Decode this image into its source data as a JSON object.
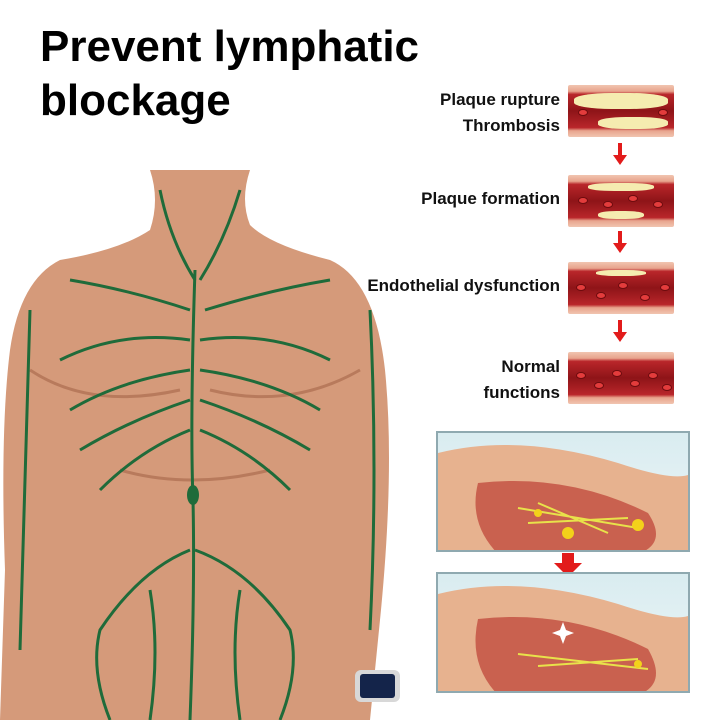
{
  "title": {
    "line1": "Prevent lymphatic",
    "line2": "blockage"
  },
  "stages": [
    {
      "label_line1": "Plaque rupture",
      "label_line2": "Thrombosis"
    },
    {
      "label_line1": "Plaque formation",
      "label_line2": ""
    },
    {
      "label_line1": "Endothelial dysfunction",
      "label_line2": ""
    },
    {
      "label_line1": "Normal",
      "label_line2": "functions"
    }
  ],
  "colors": {
    "lymph": "#1f6b3a",
    "skin": "#d59a7a",
    "arrow": "#e21b1b",
    "vessel": "#a51c20",
    "plaque": "#f5ecb0"
  }
}
